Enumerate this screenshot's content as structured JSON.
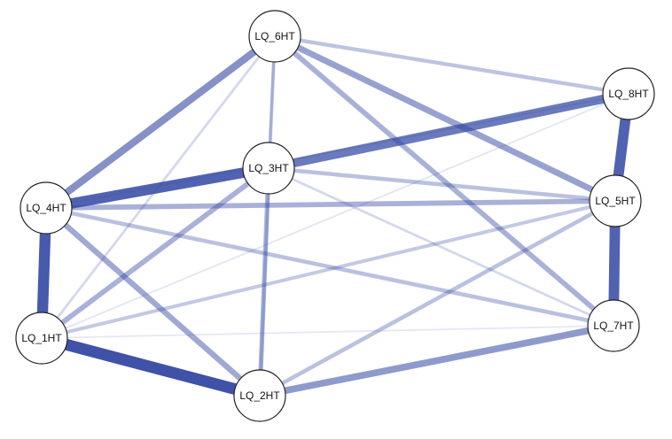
{
  "diagram": {
    "type": "network-graph",
    "edge_color": "#3549a3",
    "nodes": [
      {
        "id": "LQ_6HT",
        "label": "LQ_6HT"
      },
      {
        "id": "LQ_8HT",
        "label": "LQ_8HT"
      },
      {
        "id": "LQ_3HT",
        "label": "LQ_3HT"
      },
      {
        "id": "LQ_4HT",
        "label": "LQ_4HT"
      },
      {
        "id": "LQ_5HT",
        "label": "LQ_5HT"
      },
      {
        "id": "LQ_1HT",
        "label": "LQ_1HT"
      },
      {
        "id": "LQ_7HT",
        "label": "LQ_7HT"
      },
      {
        "id": "LQ_2HT",
        "label": "LQ_2HT"
      }
    ],
    "edges": [
      {
        "source": "LQ_1HT",
        "target": "LQ_2HT",
        "weight": 1.0
      },
      {
        "source": "LQ_4HT",
        "target": "LQ_1HT",
        "weight": 0.95
      },
      {
        "source": "LQ_5HT",
        "target": "LQ_7HT",
        "weight": 0.9
      },
      {
        "source": "LQ_8HT",
        "target": "LQ_5HT",
        "weight": 0.9
      },
      {
        "source": "LQ_4HT",
        "target": "LQ_3HT",
        "weight": 0.9
      },
      {
        "source": "LQ_3HT",
        "target": "LQ_8HT",
        "weight": 0.75
      },
      {
        "source": "LQ_6HT",
        "target": "LQ_4HT",
        "weight": 0.6
      },
      {
        "source": "LQ_2HT",
        "target": "LQ_7HT",
        "weight": 0.55
      },
      {
        "source": "LQ_6HT",
        "target": "LQ_5HT",
        "weight": 0.5
      },
      {
        "source": "LQ_4HT",
        "target": "LQ_2HT",
        "weight": 0.45
      },
      {
        "source": "LQ_6HT",
        "target": "LQ_7HT",
        "weight": 0.4
      },
      {
        "source": "LQ_1HT",
        "target": "LQ_3HT",
        "weight": 0.4
      },
      {
        "source": "LQ_4HT",
        "target": "LQ_5HT",
        "weight": 0.4
      },
      {
        "source": "LQ_3HT",
        "target": "LQ_2HT",
        "weight": 0.35
      },
      {
        "source": "LQ_4HT",
        "target": "LQ_7HT",
        "weight": 0.3
      },
      {
        "source": "LQ_3HT",
        "target": "LQ_5HT",
        "weight": 0.3
      },
      {
        "source": "LQ_1HT",
        "target": "LQ_5HT",
        "weight": 0.25
      },
      {
        "source": "LQ_2HT",
        "target": "LQ_5HT",
        "weight": 0.3
      },
      {
        "source": "LQ_6HT",
        "target": "LQ_8HT",
        "weight": 0.28
      },
      {
        "source": "LQ_6HT",
        "target": "LQ_2HT",
        "weight": 0.22
      },
      {
        "source": "LQ_6HT",
        "target": "LQ_3HT",
        "weight": 0.2
      },
      {
        "source": "LQ_6HT",
        "target": "LQ_1HT",
        "weight": 0.15
      },
      {
        "source": "LQ_3HT",
        "target": "LQ_7HT",
        "weight": 0.15
      },
      {
        "source": "LQ_4HT",
        "target": "LQ_8HT",
        "weight": 0.1
      },
      {
        "source": "LQ_1HT",
        "target": "LQ_8HT",
        "weight": 0.07
      },
      {
        "source": "LQ_1HT",
        "target": "LQ_7HT",
        "weight": 0.06
      }
    ]
  }
}
